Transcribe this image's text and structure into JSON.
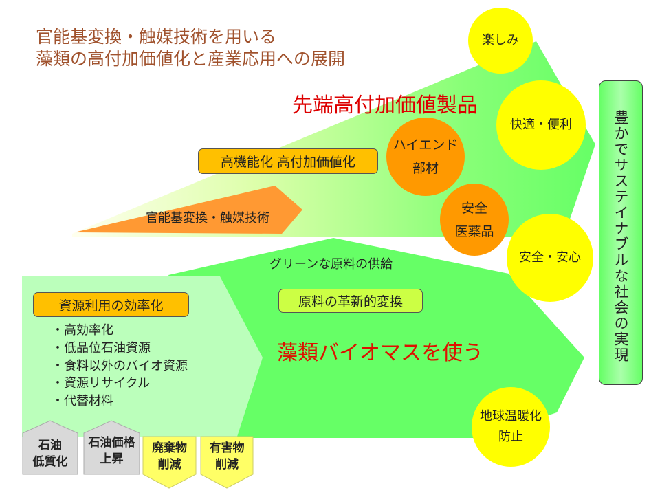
{
  "title": {
    "line1": "官能基変換・触媒技術を用いる",
    "line2": "藻類の高付加価値化と産業応用への展開"
  },
  "upper_arrow": {
    "headline": "先端高付加価値製品",
    "badge": "高機能化 高付加価値化",
    "orange_arrow_label": "官能基変換・触媒技術"
  },
  "products": [
    {
      "line1": "ハイエンド",
      "line2": "部材"
    },
    {
      "line1": "安全",
      "line2": "医薬品"
    }
  ],
  "lower_arrow": {
    "top_label": "グリーンな原料の供給",
    "badge": "原料の革新的変換",
    "headline": "藻類バイオマスを使う"
  },
  "resource_box": {
    "badge": "資源利用の効率化",
    "bullets": [
      "高効率化",
      "低品位石油資源",
      "食料以外のバイオ資源",
      "資源リサイクル",
      "代替材料"
    ]
  },
  "drivers": [
    {
      "line1": "石油",
      "line2": "低質化"
    },
    {
      "line1": "石油価格",
      "line2": "上昇"
    },
    {
      "line1": "廃棄物",
      "line2": "削減"
    },
    {
      "line1": "有害物",
      "line2": "削減"
    }
  ],
  "benefits": [
    {
      "line1": "楽しみ",
      "line2": ""
    },
    {
      "line1": "快適・便利",
      "line2": ""
    },
    {
      "line1": "安全・安心",
      "line2": ""
    },
    {
      "line1": "地球温暖化",
      "line2": "防止"
    }
  ],
  "goal": "豊かでサステイナブルな社会の実現",
  "colors": {
    "green": "#66ff66",
    "light_green": "#bbffbb",
    "orange": "#ff9900",
    "yellow": "#ffff00",
    "badge_orange": "#ffc000",
    "red": "#dd0000"
  }
}
